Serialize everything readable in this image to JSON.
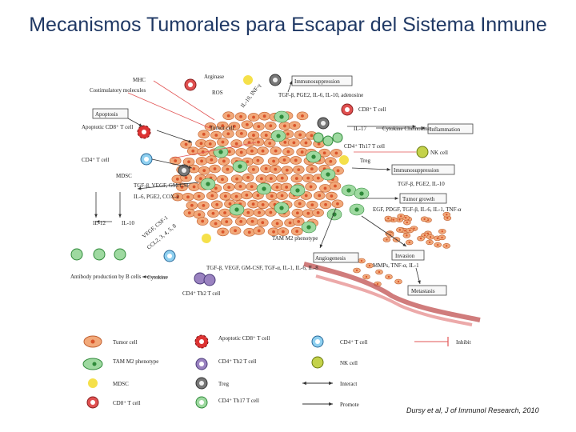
{
  "slide": {
    "title": "Mecanismos Tumorales para Escapar del Sistema Inmune",
    "citation": "Dursy et al, J of Immunol Research, 2010"
  },
  "colors": {
    "tumor": "#f2a97a",
    "tumor_nucleus": "#d9532a",
    "tam": "#9ed9a0",
    "tam_nucleus": "#2f8a3a",
    "cd8": "#e05050",
    "treg": "#777777",
    "cd4": "#8fd0f0",
    "nk": "#c4d24a",
    "th2": "#9a82c0",
    "inhibit": "#e25555",
    "interact": "#333333"
  },
  "diagram": {
    "labels": {
      "mhc": "MHC",
      "costim": "Costimulatory molecules",
      "arginase": "Arginase",
      "ros": "ROS",
      "il10_ifn": "IL-10, INF-γ",
      "immunosuppression": "Immunosuppression",
      "tgf_top": "TGF-β, PGE2, IL-6, IL-10, adenosine",
      "cd8_right": "CD8⁺ T cell",
      "apoptosis": "Apoptosis",
      "apoptotic_cd8": "Apoptotic CD8⁺ T cell",
      "tumor_cell": "Tumor cell",
      "il17": "IL-17",
      "cytokine_chemokine": "Cytokine Chemokine",
      "inflammation": "Inflammation",
      "th17": "CD4⁺ Th17 T cell",
      "cd4_left": "CD4⁺ T cell",
      "nk_cell": "NK cell",
      "treg": "Treg",
      "immunosuppression2": "Immunosuppression",
      "tgf_pge2": "TGF-β, PGE2, IL-10",
      "mdsc": "MDSC",
      "tgf_vegf": "TGF-β, VEGF, GM-CSF",
      "il6_pge2": "IL-6, PGE2, COX-2",
      "tumor_growth": "Tumor growth",
      "egf": "EGF, PDGF, TGF-β, IL-6, IL-1, TNF-α",
      "il12": "IL-12",
      "il10": "IL-10",
      "vegf_csf": "VEGF, CSF-1",
      "ccl": "CCL2, 3, 4, 5, 8",
      "tam_m2": "TAM M2 phenotype",
      "angiogenesis": "Angiogenesis",
      "invasion": "Invasion",
      "mmps": "MMPs, TNF-α, IL-1",
      "metastasis": "Metastasis",
      "antibody": "Antibody production by B cells",
      "cytokine": "Cytokine",
      "tgf_bottom": "TGF-β, VEGF, GM-CSF, TGF-α, IL-1, IL-6, IL-8",
      "th2": "CD4⁺ Th2 T cell"
    },
    "legend": [
      {
        "icon": "tumor",
        "label": "Tumor cell"
      },
      {
        "icon": "tam",
        "label": "TAM M2 phenotype"
      },
      {
        "icon": "mdsc",
        "label": "MDSC"
      },
      {
        "icon": "cd8",
        "label": "CD8⁺ T cell"
      },
      {
        "icon": "apoptotic",
        "label": "Apoptotic CD8⁺ T cell"
      },
      {
        "icon": "th2",
        "label": "CD4⁺ Th2 T cell"
      },
      {
        "icon": "treg",
        "label": "Treg"
      },
      {
        "icon": "th17",
        "label": "CD4⁺ Th17 T cell"
      },
      {
        "icon": "cd4",
        "label": "CD4⁺ T cell"
      },
      {
        "icon": "nk",
        "label": "NK cell"
      },
      {
        "icon": "interact",
        "label": "Interact"
      },
      {
        "icon": "promote",
        "label": "Promote"
      },
      {
        "icon": "inhibit",
        "label": "Inhibit"
      }
    ]
  }
}
